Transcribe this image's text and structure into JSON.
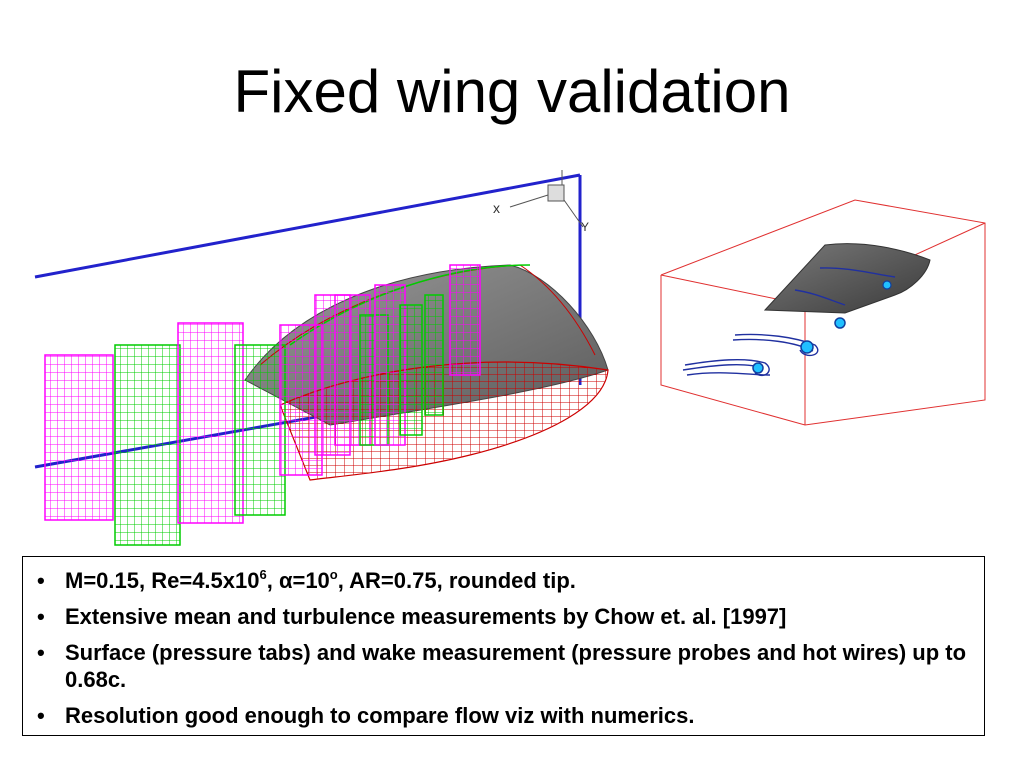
{
  "slide": {
    "title": "Fixed wing validation"
  },
  "figure": {
    "axis_x": "x",
    "axis_y": "Y"
  },
  "bullets": [
    {
      "prefix": "M=0.15, Re=4.5x10",
      "sup1": "6",
      "mid": ", α=10",
      "sup2": "o",
      "suffix": ", AR=0.75, rounded tip."
    },
    {
      "text": "Extensive mean and turbulence measurements by Chow et. al. [1997]"
    },
    {
      "text": "Surface (pressure tabs) and wake measurement (pressure probes and hot wires) up to 0.68c."
    },
    {
      "text": "Resolution good enough to compare flow viz with numerics."
    }
  ],
  "colors": {
    "wake_grid_magenta": "#ff00ff",
    "wake_grid_green": "#00cc00",
    "wing_mesh_red": "#cc0000",
    "domain_line_blue": "#2222cc",
    "box_red": "#e03030",
    "wing_surface_gray": "#666666"
  }
}
